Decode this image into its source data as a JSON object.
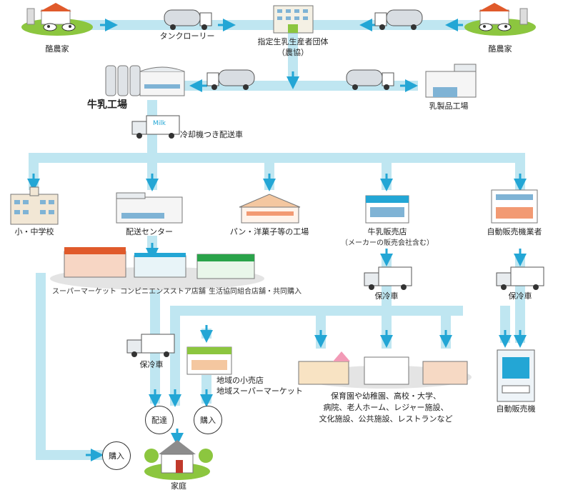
{
  "labels": {
    "farm_left": "酪農家",
    "farm_right": "酪農家",
    "tanker": "タンクローリー",
    "coop_line1": "指定生乳生産者団体",
    "coop_line2": "（農協）",
    "milk_factory": "牛乳工場",
    "dairy_factory": "乳製品工場",
    "reefer_truck": "冷却機つき配送車",
    "school": "小・中学校",
    "distribution": "配送センター",
    "bakery": "パン・洋菓子等の工場",
    "milk_shop": "牛乳販売店",
    "milk_shop_note": "（メーカーの販売会社含む）",
    "vending_company": "自動販売機業者",
    "supermarket": "スーパーマーケット",
    "convenience": "コンビニエンスストア店舗",
    "coop_store": "生活協同組合店舗・共同購入",
    "cold_truck_a": "保冷車",
    "cold_truck_b": "保冷車",
    "cold_truck_c": "保冷車",
    "local_store_line1": "地域の小売店",
    "local_store_line2": "地域スーパーマーケット",
    "institutions_line1": "保育園や幼稚園、高校・大学、",
    "institutions_line2": "病院、老人ホーム、レジャー施設、",
    "institutions_line3": "文化施設、公共施設、レストランなど",
    "vending_machine": "自動販売機",
    "delivery": "配達",
    "purchase_a": "購入",
    "purchase_b": "購入",
    "home": "家庭",
    "milk_text": "Milk"
  },
  "colors": {
    "flow": "#bfe6f1",
    "arrow": "#23a6d5"
  }
}
